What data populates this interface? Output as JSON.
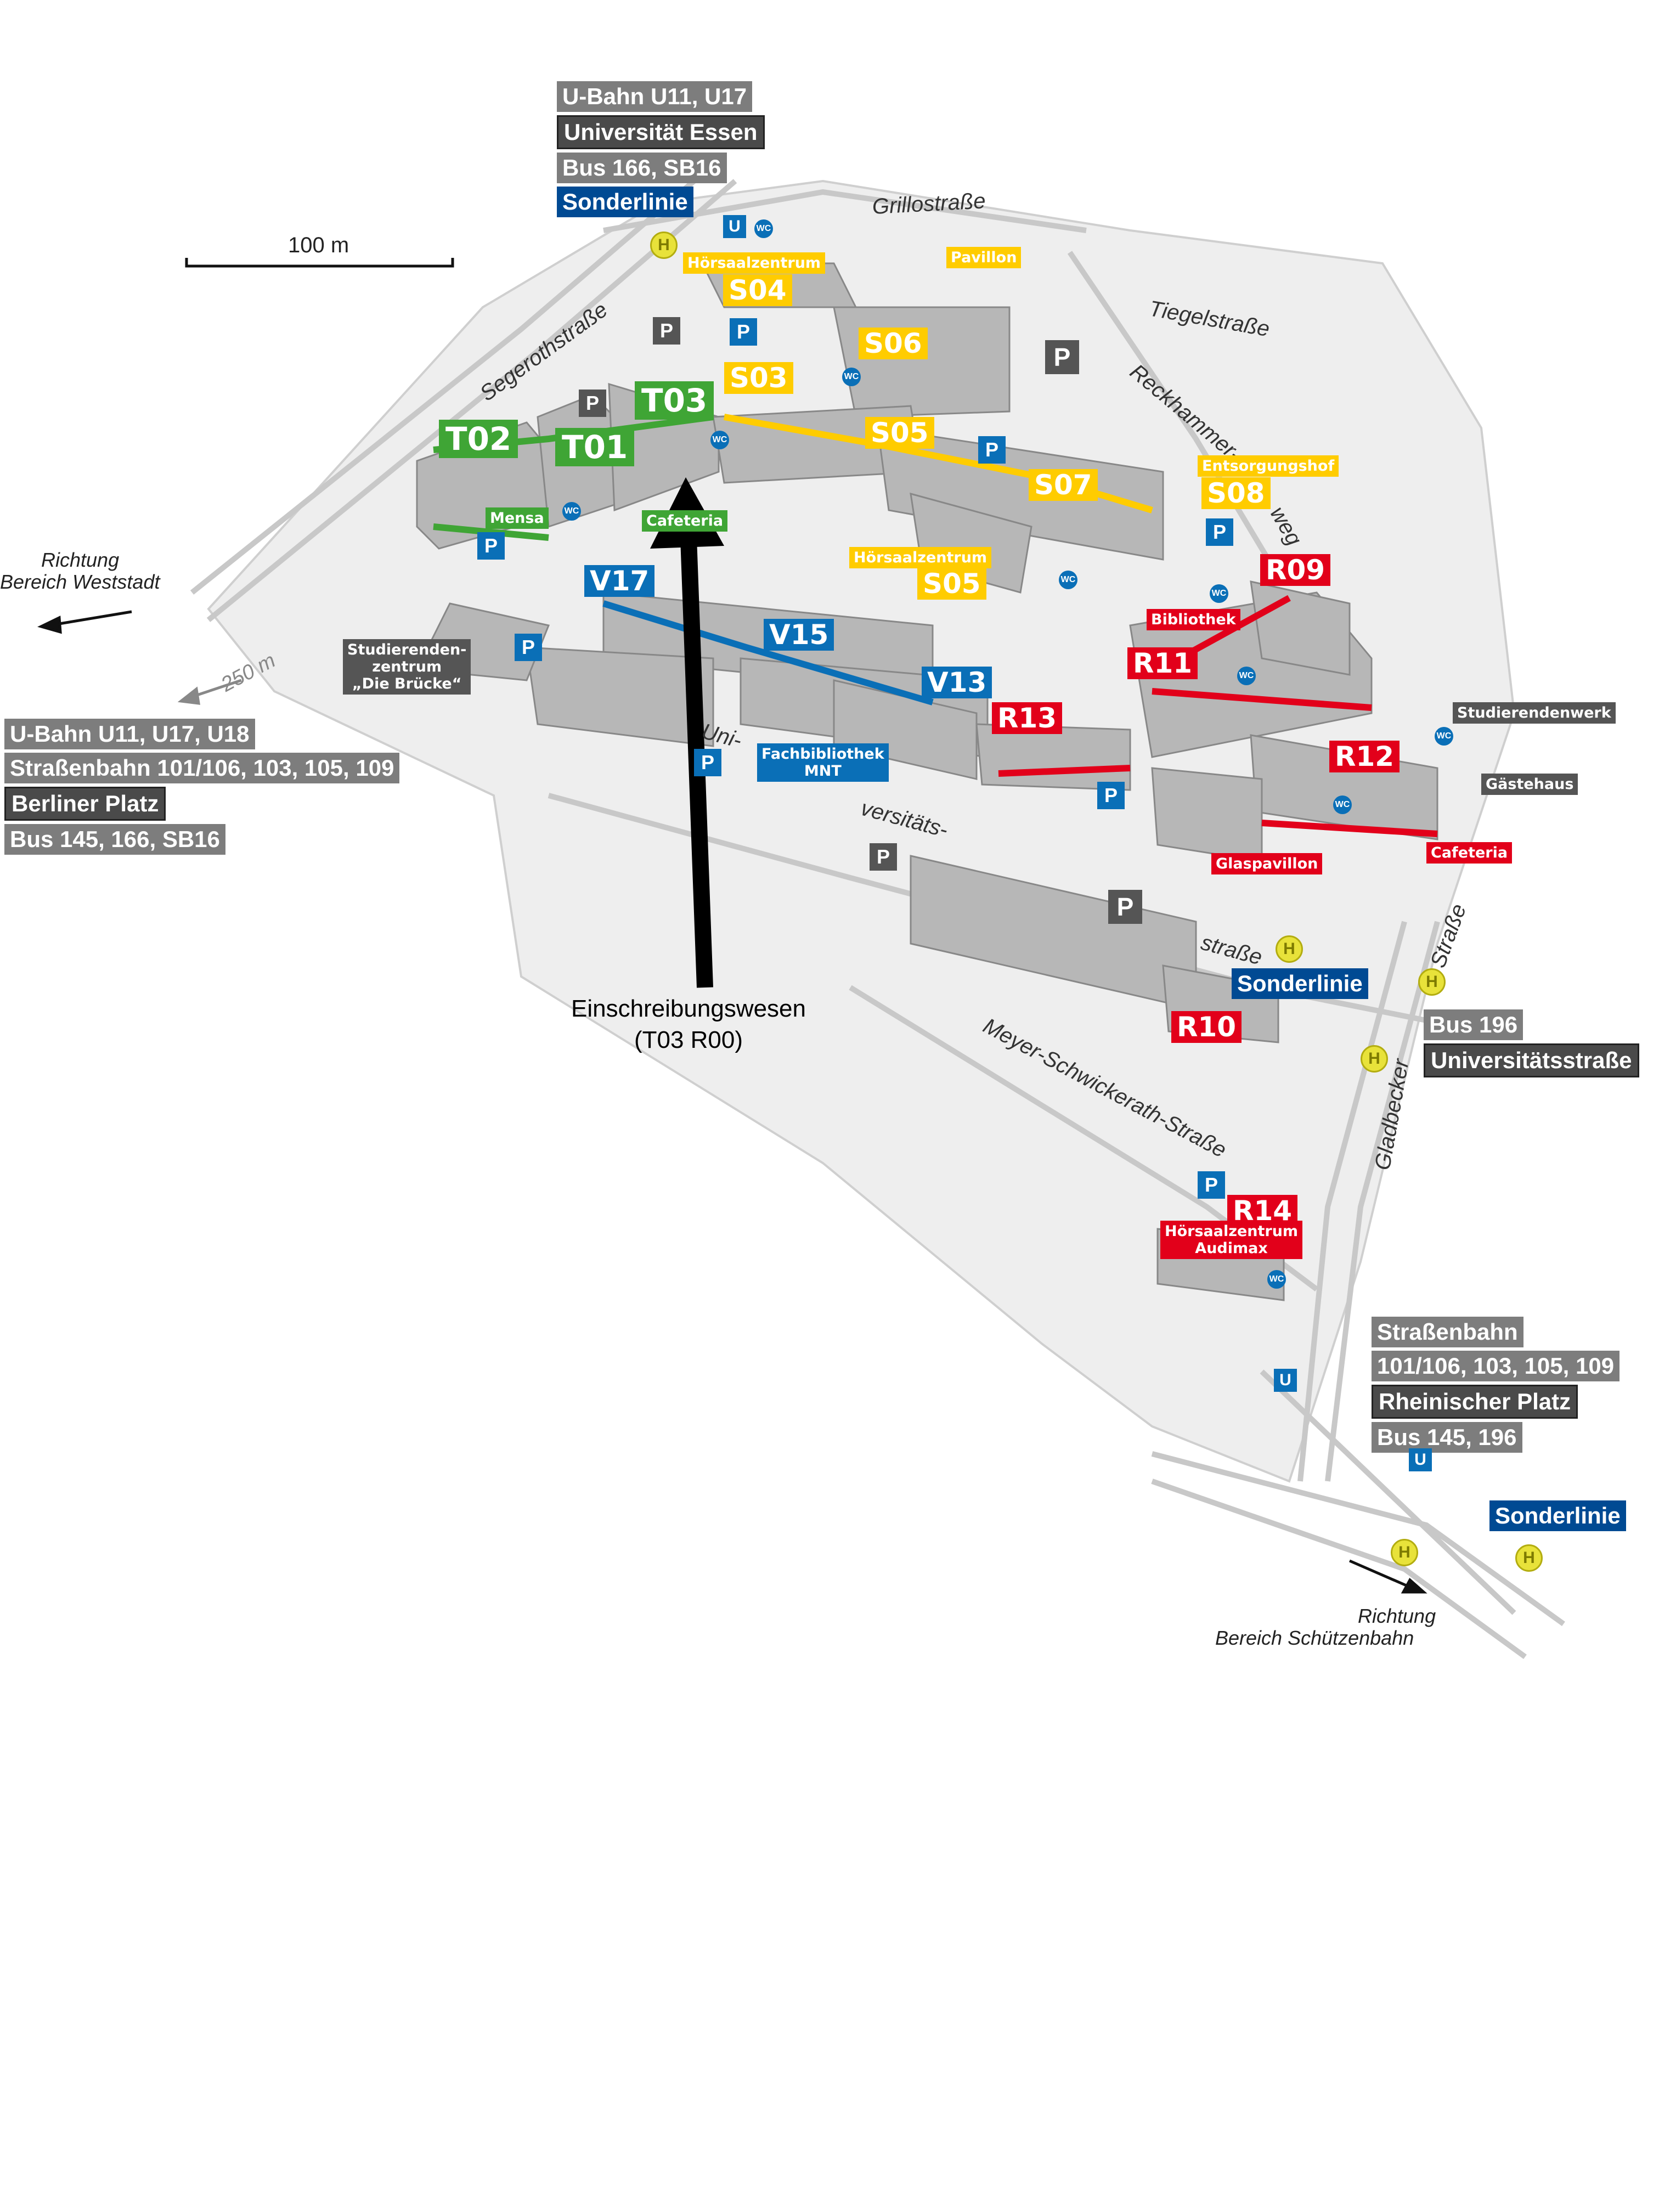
{
  "scale_label": "100 m",
  "distance_label": "250 m",
  "direction_west": [
    "Richtung",
    "Bereich Weststadt"
  ],
  "direction_south": [
    "Richtung",
    "Bereich Schützenbahn"
  ],
  "streets": {
    "grillo": "Grillostraße",
    "segeroth": "Segerothstraße",
    "tiegel": "Tiegelstraße",
    "reckhammer": "Reckhammer-",
    "weg": "weg",
    "uni1": "Uni-",
    "uni2": "versitäts-",
    "uni3": "straße",
    "meyer": "Meyer-Schwickerath-Straße",
    "gladbecker1": "Gladbecker",
    "gladbecker2": "Straße"
  },
  "transit": {
    "top": [
      "U-Bahn U11, U17",
      "Universität Essen",
      "Bus 166, SB16",
      "Sonderlinie"
    ],
    "left": [
      "U-Bahn U11, U17, U18",
      "Straßenbahn 101/106, 103, 105, 109",
      "Berliner Platz",
      "Bus 145, 166, SB16"
    ],
    "right_mid_sonderlinie": "Sonderlinie",
    "right_mid": [
      "Bus 196",
      "Universitätsstraße"
    ],
    "bottom_right": [
      "Straßenbahn",
      "101/106, 103, 105, 109",
      "Rheinischer Platz",
      "Bus 145, 196"
    ],
    "bottom_right_sonderlinie": "Sonderlinie"
  },
  "buildings": {
    "T01": "T01",
    "T02": "T02",
    "T03": "T03",
    "S03": "S03",
    "S04": "S04",
    "S05a": "S05",
    "S05b": "S05",
    "S06": "S06",
    "S07": "S07",
    "S08": "S08",
    "V13": "V13",
    "V15": "V15",
    "V17": "V17",
    "R09": "R09",
    "R10": "R10",
    "R11": "R11",
    "R12": "R12",
    "R13": "R13",
    "R14": "R14"
  },
  "places": {
    "hoersaal_s04": "Hörsaalzentrum",
    "pavillon": "Pavillon",
    "entsorgungshof": "Entsorgungshof",
    "hoersaal_s05": "Hörsaalzentrum",
    "mensa": "Mensa",
    "cafeteria_t": "Cafeteria",
    "studierendenzentrum": [
      "Studierenden-",
      "zentrum",
      "„Die Brücke“"
    ],
    "fachbibliothek": [
      "Fachbibliothek",
      "MNT"
    ],
    "bibliothek": "Bibliothek",
    "studierendenwerk": "Studierendenwerk",
    "gaestehaus": "Gästehaus",
    "glaspavillon": "Glaspavillon",
    "cafeteria_r": "Cafeteria",
    "hoersaal_r14": [
      "Hörsaalzentrum",
      "Audimax"
    ]
  },
  "symbols": {
    "parking": "P",
    "ubahn": "U",
    "haltestelle": "H",
    "wc": "WC"
  },
  "annotation": [
    "Einschreibungswesen",
    "(T03 R00)"
  ],
  "colors": {
    "green": "#3fa535",
    "yellow": "#ffcc00",
    "blue": "#0a6fb7",
    "red": "#e2001a"
  }
}
